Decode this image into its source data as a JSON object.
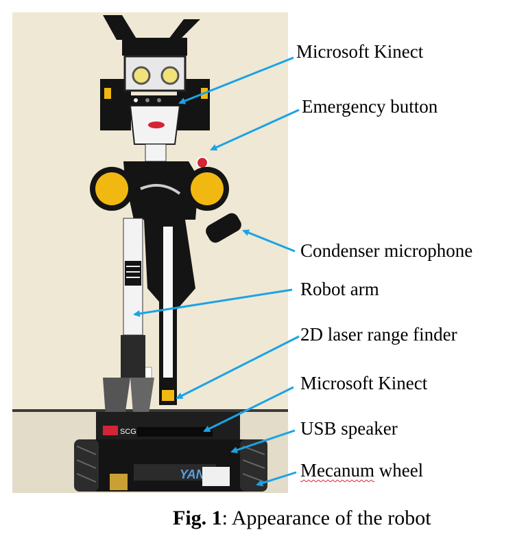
{
  "labels": {
    "kinect_top": "Microsoft Kinect",
    "emergency": "Emergency button",
    "microphone": "Condenser microphone",
    "arm": "Robot arm",
    "laser": "2D laser range finder",
    "kinect_bottom": "Microsoft Kinect",
    "speaker": "USB speaker",
    "wheel_prefix": "Mecanum",
    "wheel_suffix": " wheel"
  },
  "photo": {
    "base_badge": "SCG",
    "base_brand": "YANG"
  },
  "caption": {
    "number": "Fig. 1",
    "text": "Appearance of the robot"
  },
  "colors": {
    "arrow": "#1aa3e6",
    "wall": "#efe8d4",
    "robot_black": "#141414",
    "speaker_yellow": "#f1b812",
    "base_green": "#3fae4a"
  }
}
